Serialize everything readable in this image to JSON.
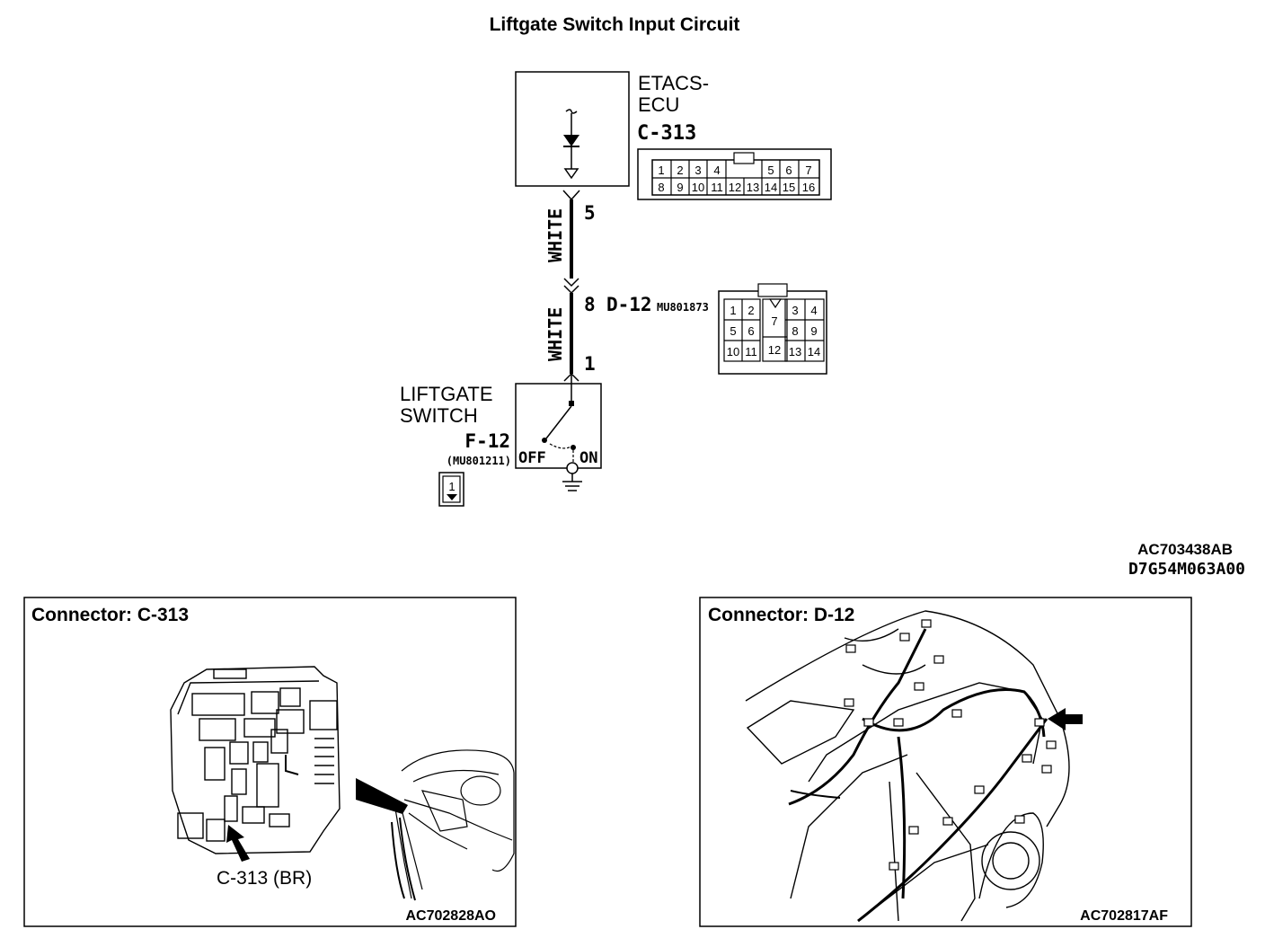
{
  "title": "Liftgate Switch Input Circuit",
  "ecu": {
    "line1": "ETACS-",
    "line2": "ECU",
    "connector": "C-313"
  },
  "connector_c313_pins": {
    "row1": [
      "1",
      "2",
      "3",
      "4",
      "5",
      "6",
      "7"
    ],
    "row2": [
      "8",
      "9",
      "10",
      "11",
      "12",
      "13",
      "14",
      "15",
      "16"
    ]
  },
  "wire_upper": {
    "color": "WHITE",
    "pin_top": "5",
    "pin_bottom": "8"
  },
  "junction": {
    "connector": "D-12",
    "part": "MU801873"
  },
  "connector_d12_pins": {
    "row1": [
      "1",
      "2",
      "3",
      "4"
    ],
    "row2": [
      "5",
      "6",
      "7",
      "8",
      "9"
    ],
    "row3": [
      "10",
      "11",
      "12",
      "13",
      "14"
    ]
  },
  "wire_lower": {
    "color": "WHITE",
    "pin_bottom": "1"
  },
  "switch": {
    "line1": "LIFTGATE",
    "line2": "SWITCH",
    "connector": "F-12",
    "part": "(MU801211)",
    "off": "OFF",
    "on": "ON",
    "box_pin": "1"
  },
  "doc_codes": {
    "code1": "AC703438AB",
    "code2": "D7G54M063A00"
  },
  "panel_left": {
    "title": "Connector: C-313",
    "callout": "C-313 (BR)",
    "ref": "AC702828AO"
  },
  "panel_right": {
    "title": "Connector: D-12",
    "ref": "AC702817AF"
  }
}
